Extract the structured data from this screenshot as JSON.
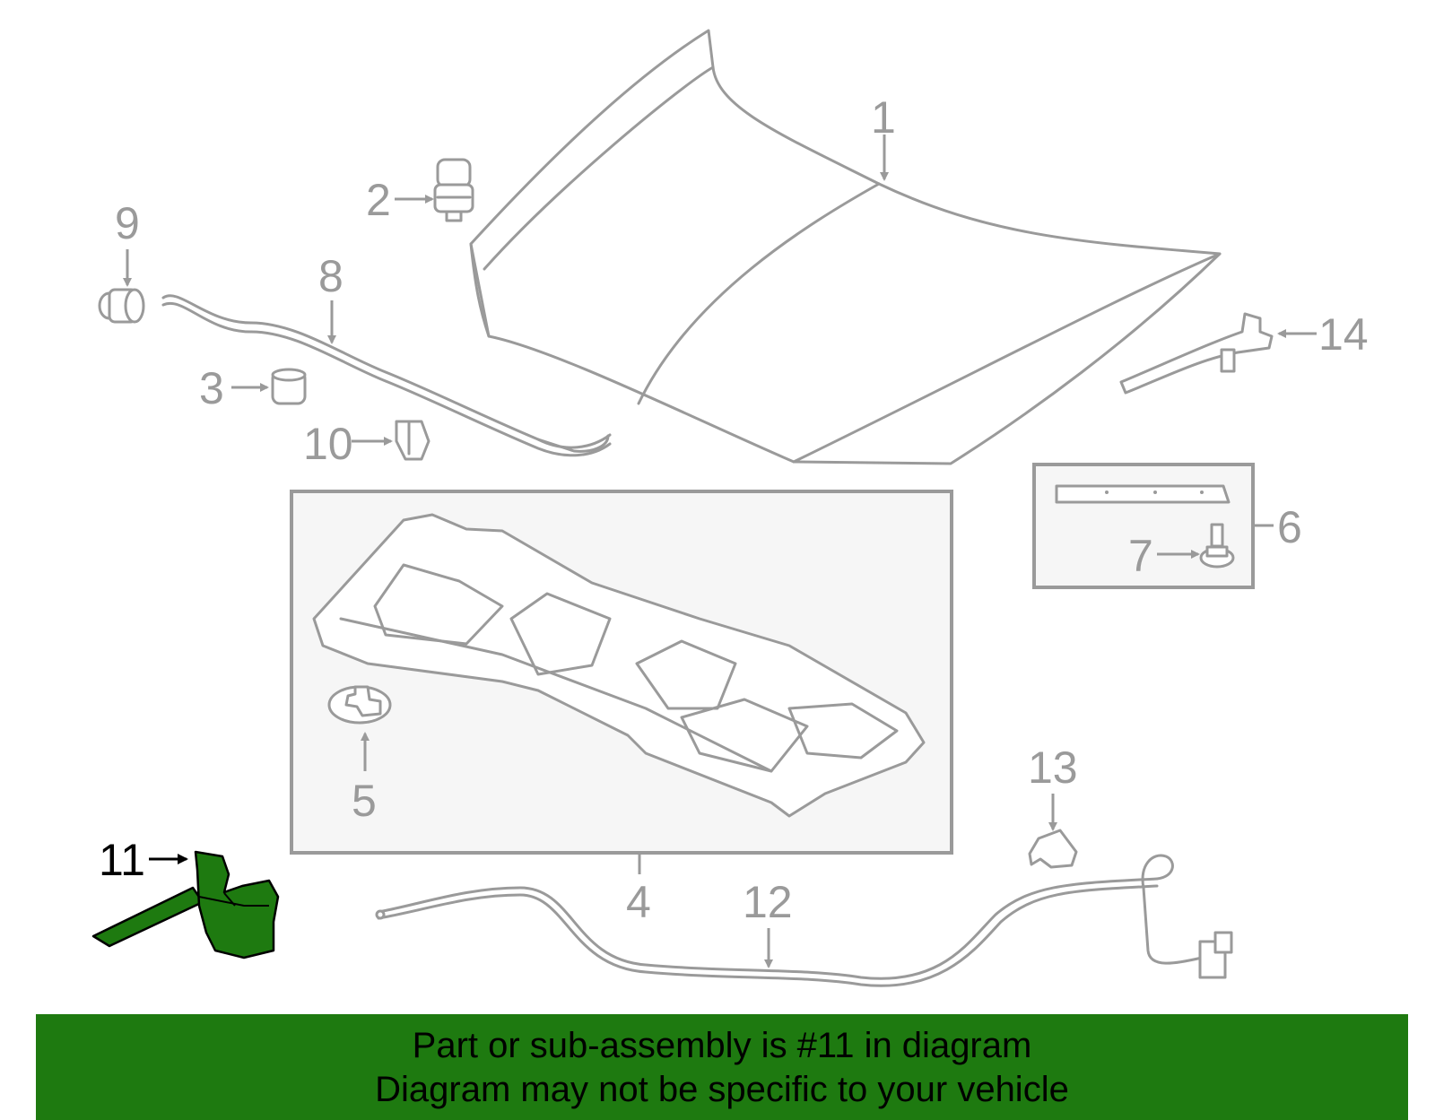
{
  "callouts": {
    "c1": "1",
    "c2": "2",
    "c3": "3",
    "c4": "4",
    "c5": "5",
    "c6": "6",
    "c7": "7",
    "c8": "8",
    "c9": "9",
    "c10": "10",
    "c11": "11",
    "c12": "12",
    "c13": "13",
    "c14": "14"
  },
  "highlighted_part": "11",
  "colors": {
    "highlight": "#1e7a10",
    "line_art": "#9a9a9a",
    "banner": "#1e7a10"
  },
  "footer": {
    "line1": "Part or sub-assembly is #11 in diagram",
    "line2": "Diagram may not be specific to your vehicle"
  }
}
